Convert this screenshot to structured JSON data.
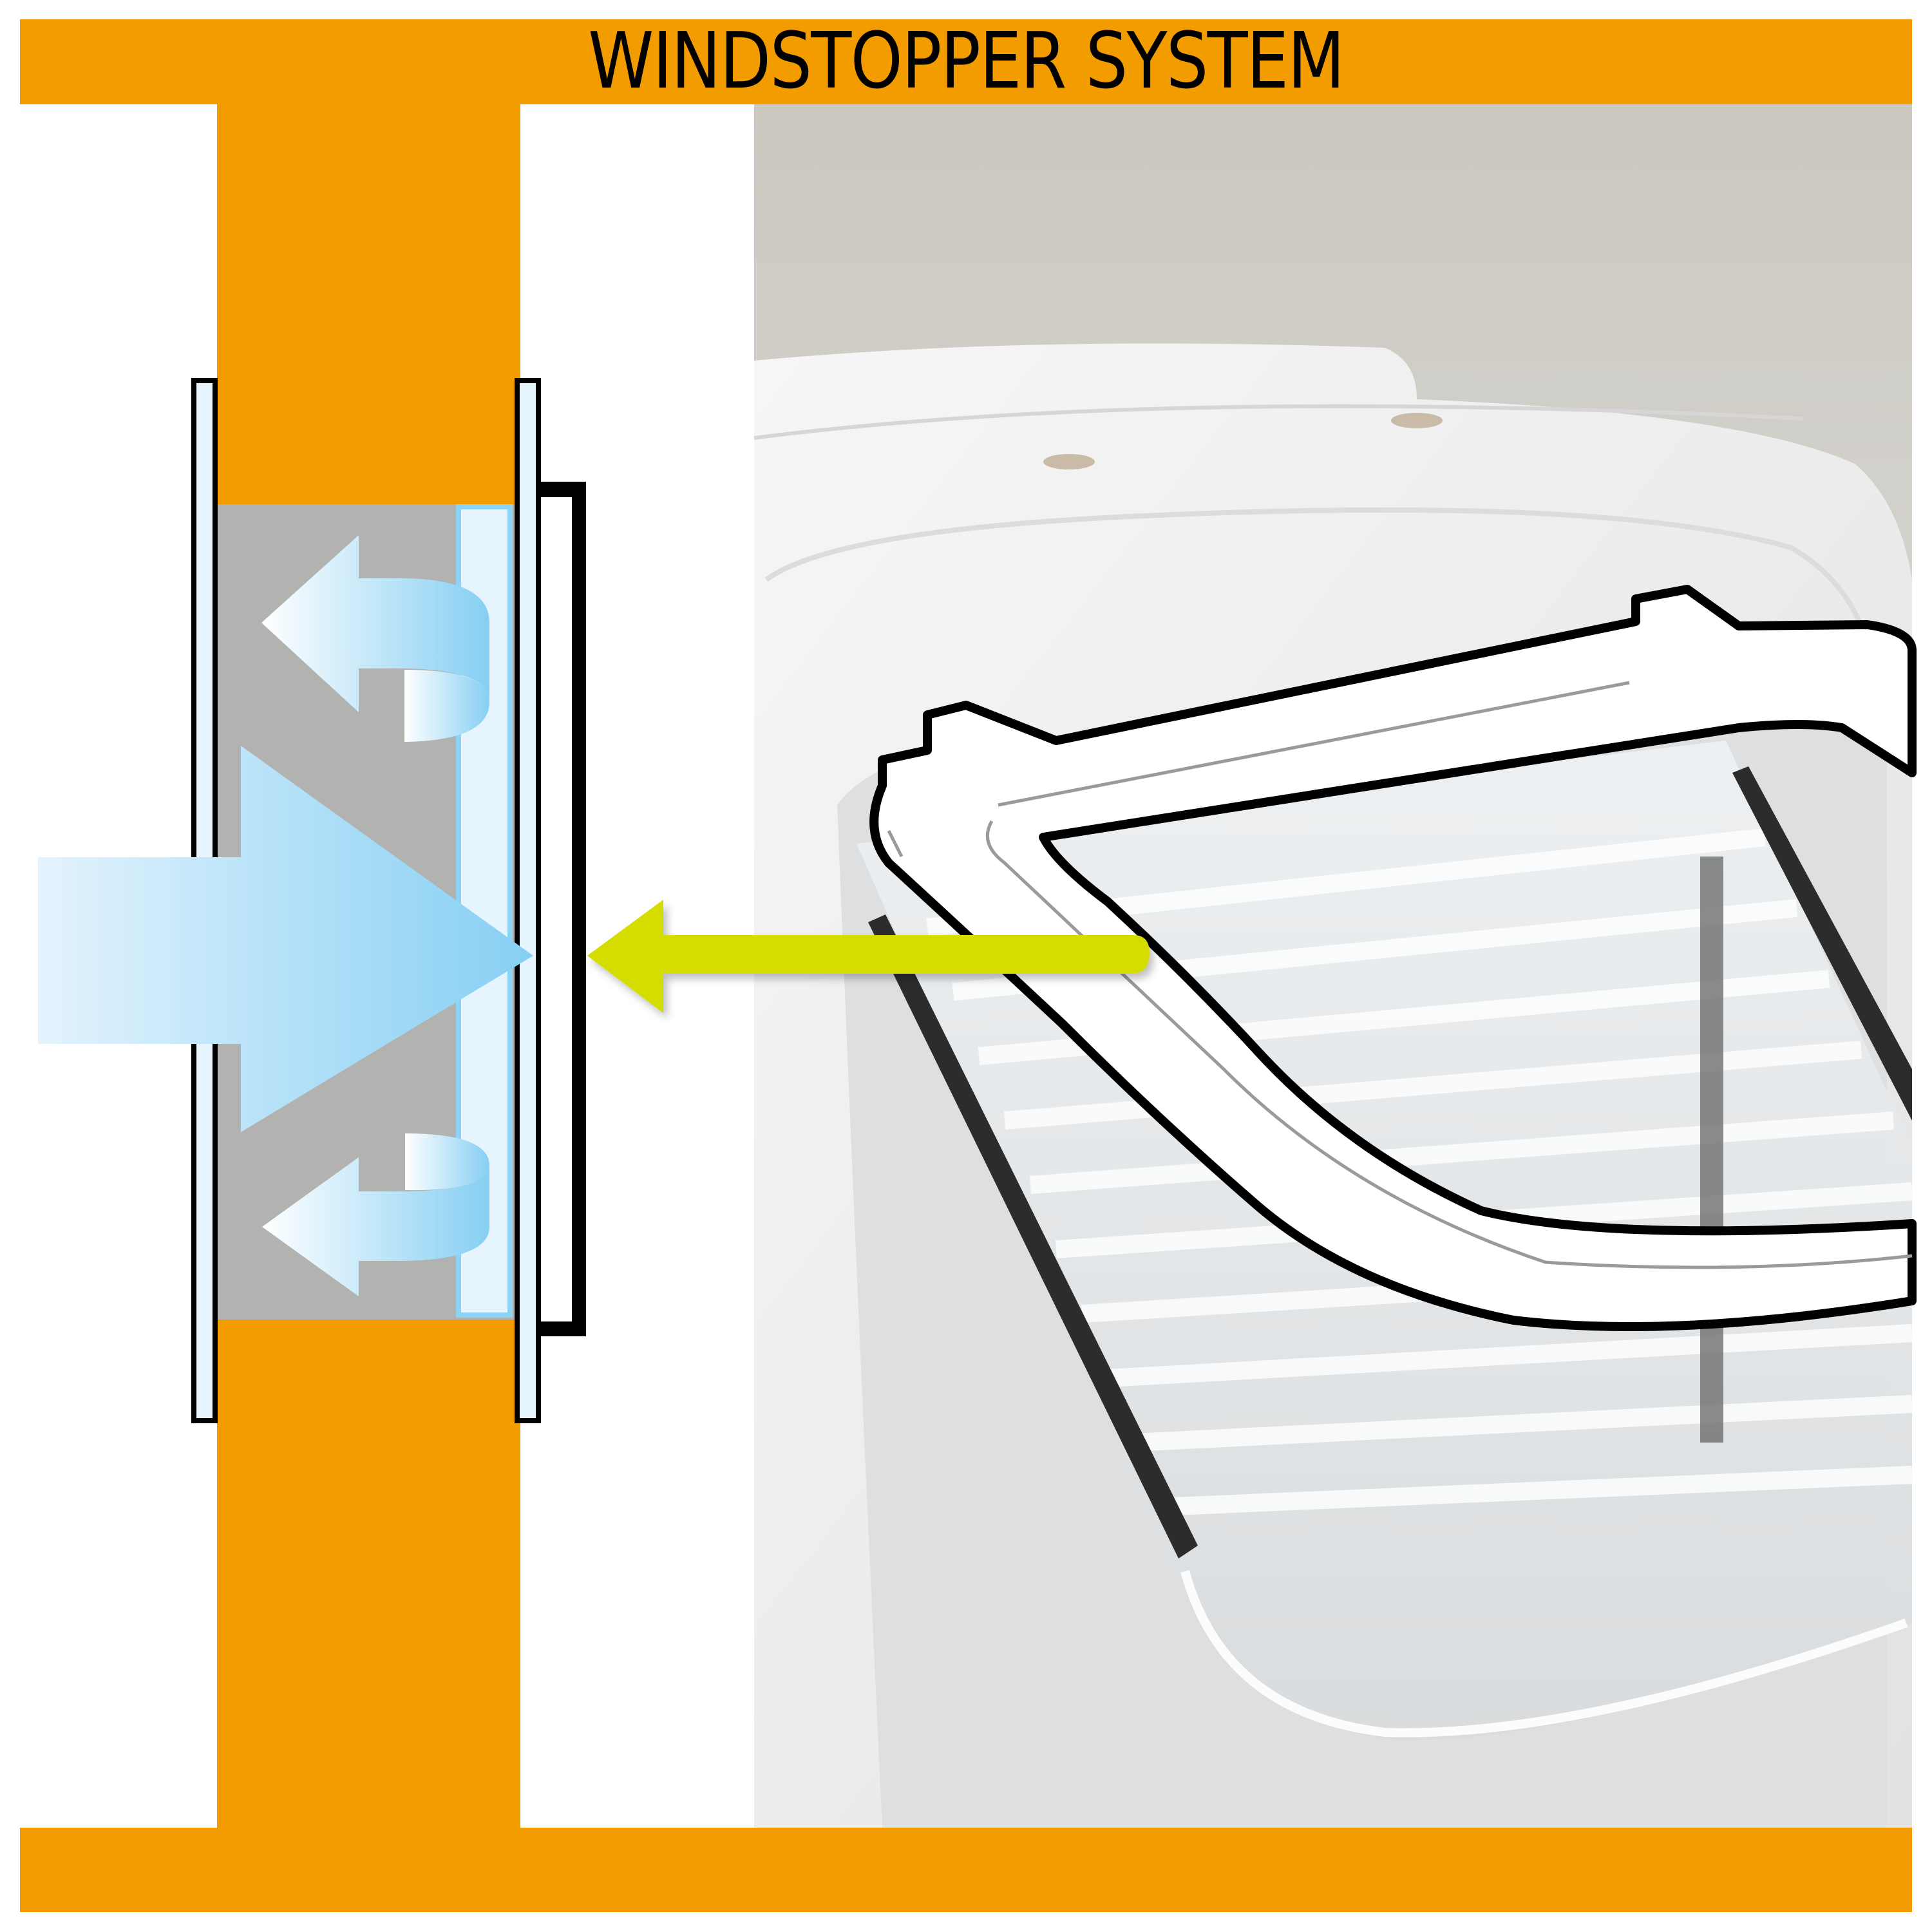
{
  "title": "WINDSTOPPER SYSTEM",
  "colors": {
    "frame_orange": "#f39c00",
    "wall_gray": "#b2b2b1",
    "glass_fill": "#e6f4fe",
    "glass_edge": "#8dd3f5",
    "airflow_light": "#e4f3fd",
    "airflow_dark": "#86cff3",
    "pointer_green": "#d4dc00",
    "outline_black": "#000000",
    "photo_background": "#cbc8c0",
    "photo_product_white": "#f2f2f2"
  },
  "diagram": {
    "left_section": "cross-section of wall with cat flap and windstopper seal",
    "airflow": {
      "main_arrow_direction": "right",
      "deflected_arrows": [
        "upper-left return",
        "lower-left return"
      ]
    },
    "pointer_arrow_direction": "left",
    "right_section": "photo of white pet door with transparent flap, outlined frame highlighted"
  }
}
